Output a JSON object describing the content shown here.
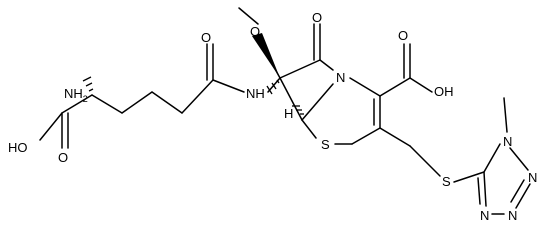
{
  "atoms": {
    "o_methoxy": "O",
    "o_carbonyl_lactam": "O",
    "o_carbonyl_amide": "O",
    "oh_acid_right": "OH",
    "n_lactam": "N",
    "nh_amide": "NH",
    "nh2": "NH",
    "nh2_sub": "2",
    "ho_acid_left": "HO",
    "o_acid_left": "O",
    "s_ring": "S",
    "s_thioether": "S",
    "h_stereo": "H",
    "n_tetrazole_1": "N",
    "n_tetrazole_2": "N",
    "n_tetrazole_3": "N",
    "n_tetrazole_4": "N"
  }
}
